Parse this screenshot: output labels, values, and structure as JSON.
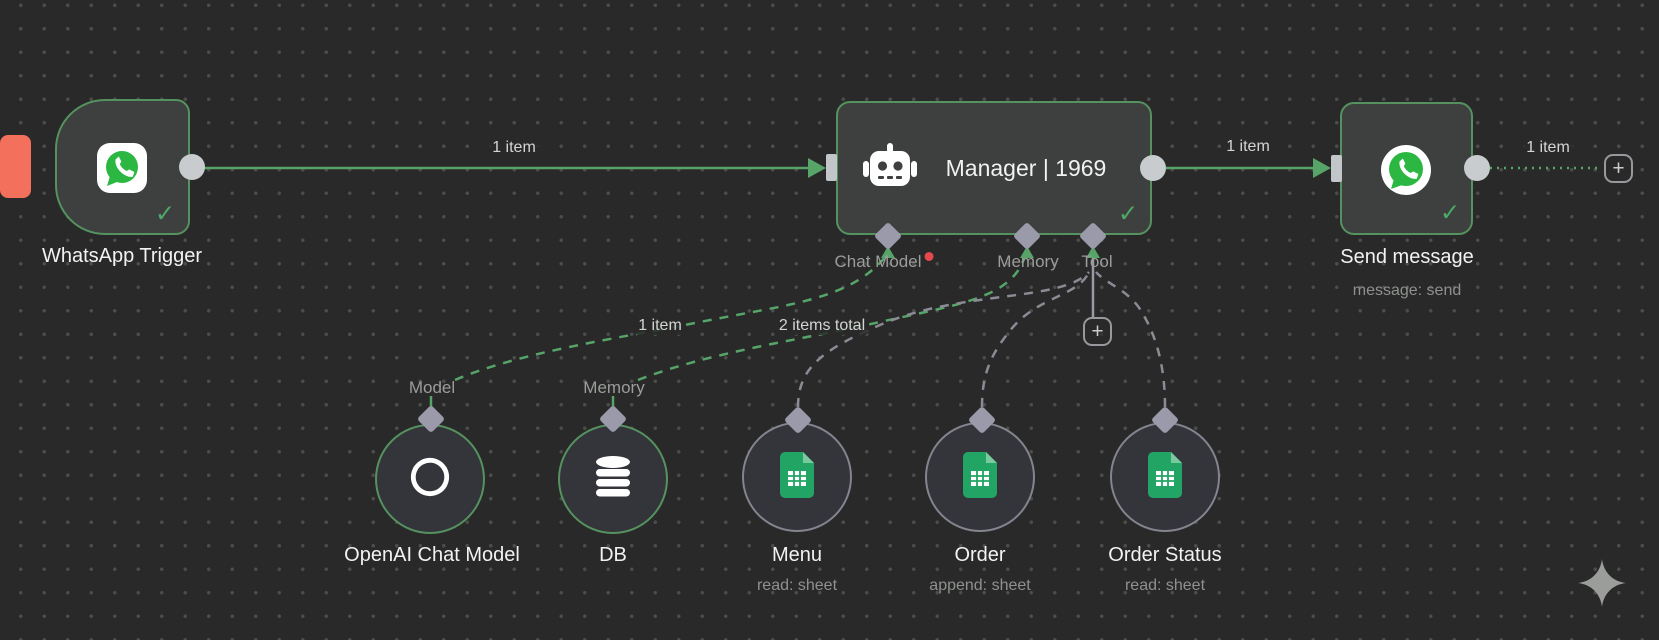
{
  "canvas": {
    "background": "#282928",
    "dot_color": "#4b4d4b"
  },
  "colors": {
    "connection_green": "#57a469",
    "connection_gray": "#8b8b95",
    "node_border_green": "#55925f",
    "node_border_gray": "#84848f",
    "node_fill": "#3e3f3f",
    "diamond_port": "#9a9aab",
    "error_dot": "#e5484d",
    "sticky_stub_orange": "#f3705c",
    "whatsapp_green": "#2bb741",
    "sheets_green": "#21a464",
    "check_green": "#4da968"
  },
  "icons": {
    "check": "✓",
    "plus": "+"
  },
  "nodes": {
    "whatsapp_trigger": {
      "label": "WhatsApp Trigger"
    },
    "manager": {
      "title": "Manager | 1969",
      "ports": {
        "chat_model": "Chat Model",
        "memory": "Memory",
        "tool": "Tool"
      }
    },
    "send_message": {
      "label": "Send message",
      "sublabel": "message: send"
    },
    "openai_chat_model": {
      "label": "OpenAI Chat Model",
      "port_label": "Model"
    },
    "db": {
      "label": "DB",
      "port_label": "Memory"
    },
    "menu": {
      "label": "Menu",
      "sublabel": "read: sheet"
    },
    "order": {
      "label": "Order",
      "sublabel": "append: sheet"
    },
    "order_status": {
      "label": "Order Status",
      "sublabel": "read: sheet"
    }
  },
  "connections": {
    "trigger_to_manager": "1 item",
    "manager_to_send": "1 item",
    "send_to_next": "1 item",
    "model_to_chat_model": "1 item",
    "db_to_memory": "2 items total"
  }
}
